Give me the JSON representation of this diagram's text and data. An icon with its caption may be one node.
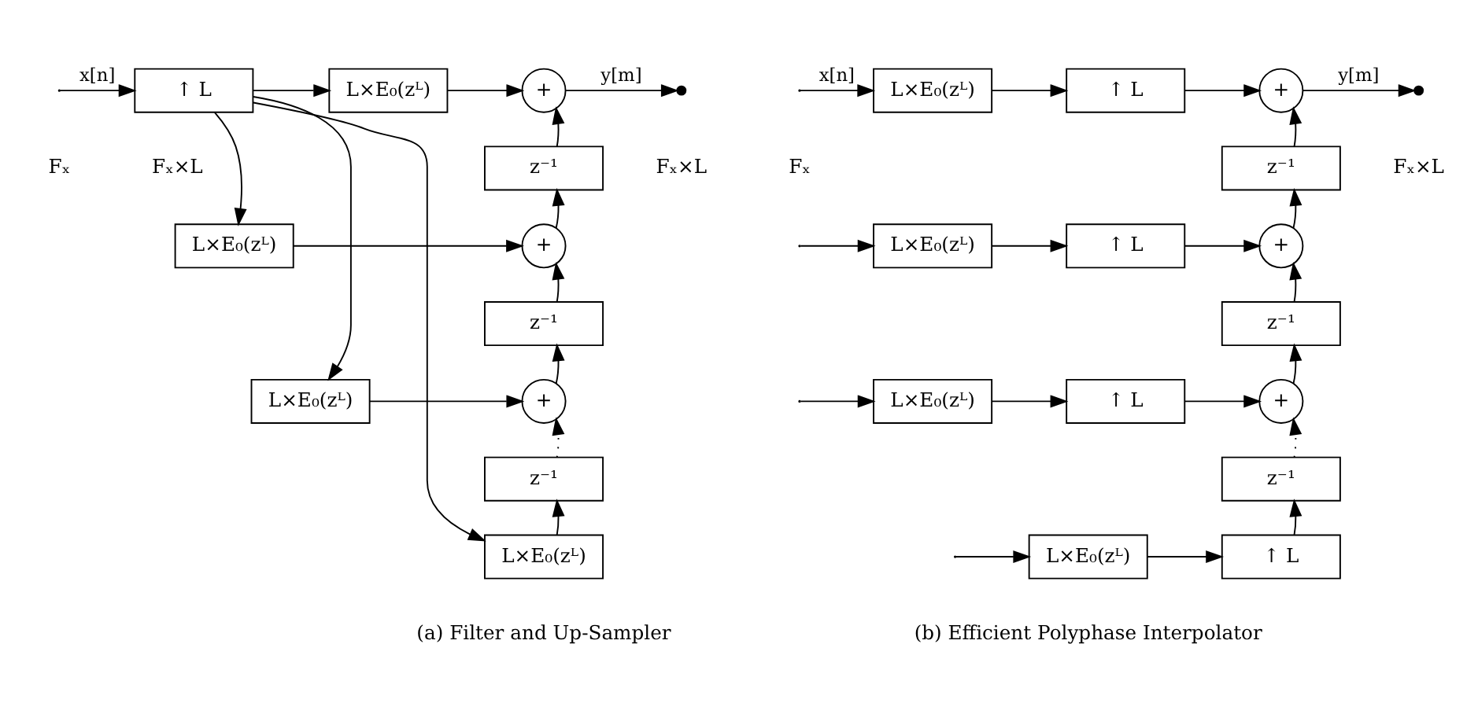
{
  "diagram": {
    "nodes": [
      {
        "text": [
          "↑ L"
        ]
      },
      {
        "text": [
          "L×E₀(zᴸ)"
        ]
      },
      {
        "text": [
          "+"
        ]
      },
      {
        "text": [
          "z⁻¹"
        ]
      },
      {
        "text": [
          "L×E₀(zᴸ)"
        ]
      },
      {
        "text": [
          "+"
        ]
      },
      {
        "text": [
          "z⁻¹"
        ]
      },
      {
        "text": [
          "L×E₀(zᴸ)"
        ]
      },
      {
        "text": [
          "+"
        ]
      },
      {
        "text": [
          "z⁻¹"
        ]
      },
      {
        "text": [
          "L×E₀(zᴸ)"
        ]
      },
      {
        "text": [
          "L×E₀(zᴸ)"
        ]
      },
      {
        "text": [
          "↑ L"
        ]
      },
      {
        "text": [
          "+"
        ]
      },
      {
        "text": [
          "z⁻¹"
        ]
      },
      {
        "text": [
          "L×E₀(zᴸ)"
        ]
      },
      {
        "text": [
          "↑ L"
        ]
      },
      {
        "text": [
          "+"
        ]
      },
      {
        "text": [
          "z⁻¹"
        ]
      },
      {
        "text": [
          "L×E₀(zᴸ)"
        ]
      },
      {
        "text": [
          "↑ L"
        ]
      },
      {
        "text": [
          "+"
        ]
      },
      {
        "text": [
          "z⁻¹"
        ]
      },
      {
        "text": [
          "L×E₀(zᴸ)"
        ]
      },
      {
        "text": [
          "↑ L"
        ]
      }
    ],
    "edges": [
      {
        "from": null,
        "to": 0,
        "arrow": "to",
        "label": "x[n]"
      },
      {
        "from": 0,
        "to": 1,
        "arrow": "to"
      },
      {
        "from": 0,
        "to": 4,
        "arrow": "to"
      },
      {
        "from": 0,
        "to": 7,
        "arrow": "to"
      },
      {
        "from": 0,
        "to": 10,
        "arrow": "to"
      },
      {
        "from": 1,
        "to": 2,
        "arrow": "to"
      },
      {
        "from": 4,
        "to": 5,
        "arrow": "to"
      },
      {
        "from": 7,
        "to": 8,
        "arrow": "to"
      },
      {
        "from": 10,
        "to": 9,
        "arrow": "to"
      },
      {
        "from": 9,
        "to": 8,
        "arrow": "to",
        "style": "dashed"
      },
      {
        "from": 8,
        "to": 6,
        "arrow": "to"
      },
      {
        "from": 6,
        "to": 5,
        "arrow": "to"
      },
      {
        "from": 5,
        "to": 3,
        "arrow": "to"
      },
      {
        "from": 3,
        "to": 2,
        "arrow": "to"
      },
      {
        "from": 2,
        "to": null,
        "arrow": "to",
        "label": "y[m]"
      },
      {
        "from": null,
        "to": 11,
        "arrow": "to",
        "label": "x[n]"
      },
      {
        "from": null,
        "to": 15,
        "arrow": "to"
      },
      {
        "from": null,
        "to": 19,
        "arrow": "to"
      },
      {
        "from": null,
        "to": 23,
        "arrow": "to"
      },
      {
        "from": 11,
        "to": 12,
        "arrow": "to"
      },
      {
        "from": 12,
        "to": 13,
        "arrow": "to"
      },
      {
        "from": 15,
        "to": 16,
        "arrow": "to"
      },
      {
        "from": 16,
        "to": 17,
        "arrow": "to"
      },
      {
        "from": 19,
        "to": 20,
        "arrow": "to"
      },
      {
        "from": 20,
        "to": 21,
        "arrow": "to"
      },
      {
        "from": 23,
        "to": 24,
        "arrow": "to"
      },
      {
        "from": 24,
        "to": 22,
        "arrow": "to"
      },
      {
        "from": 22,
        "to": 21,
        "arrow": "to",
        "style": "dashed"
      },
      {
        "from": 21,
        "to": 18,
        "arrow": "to"
      },
      {
        "from": 18,
        "to": 17,
        "arrow": "to"
      },
      {
        "from": 17,
        "to": 14,
        "arrow": "to"
      },
      {
        "from": 14,
        "to": 13,
        "arrow": "to"
      },
      {
        "from": 13,
        "to": null,
        "arrow": "to",
        "label": "y[m]"
      }
    ],
    "labels": [
      "Fₓ",
      "Fₓ×L",
      "Fₓ×L",
      "Fₓ",
      "Fₓ×L",
      "(a) Filter and Up-Sampler",
      "(b) Efficient Polyphase Interpolator"
    ]
  }
}
